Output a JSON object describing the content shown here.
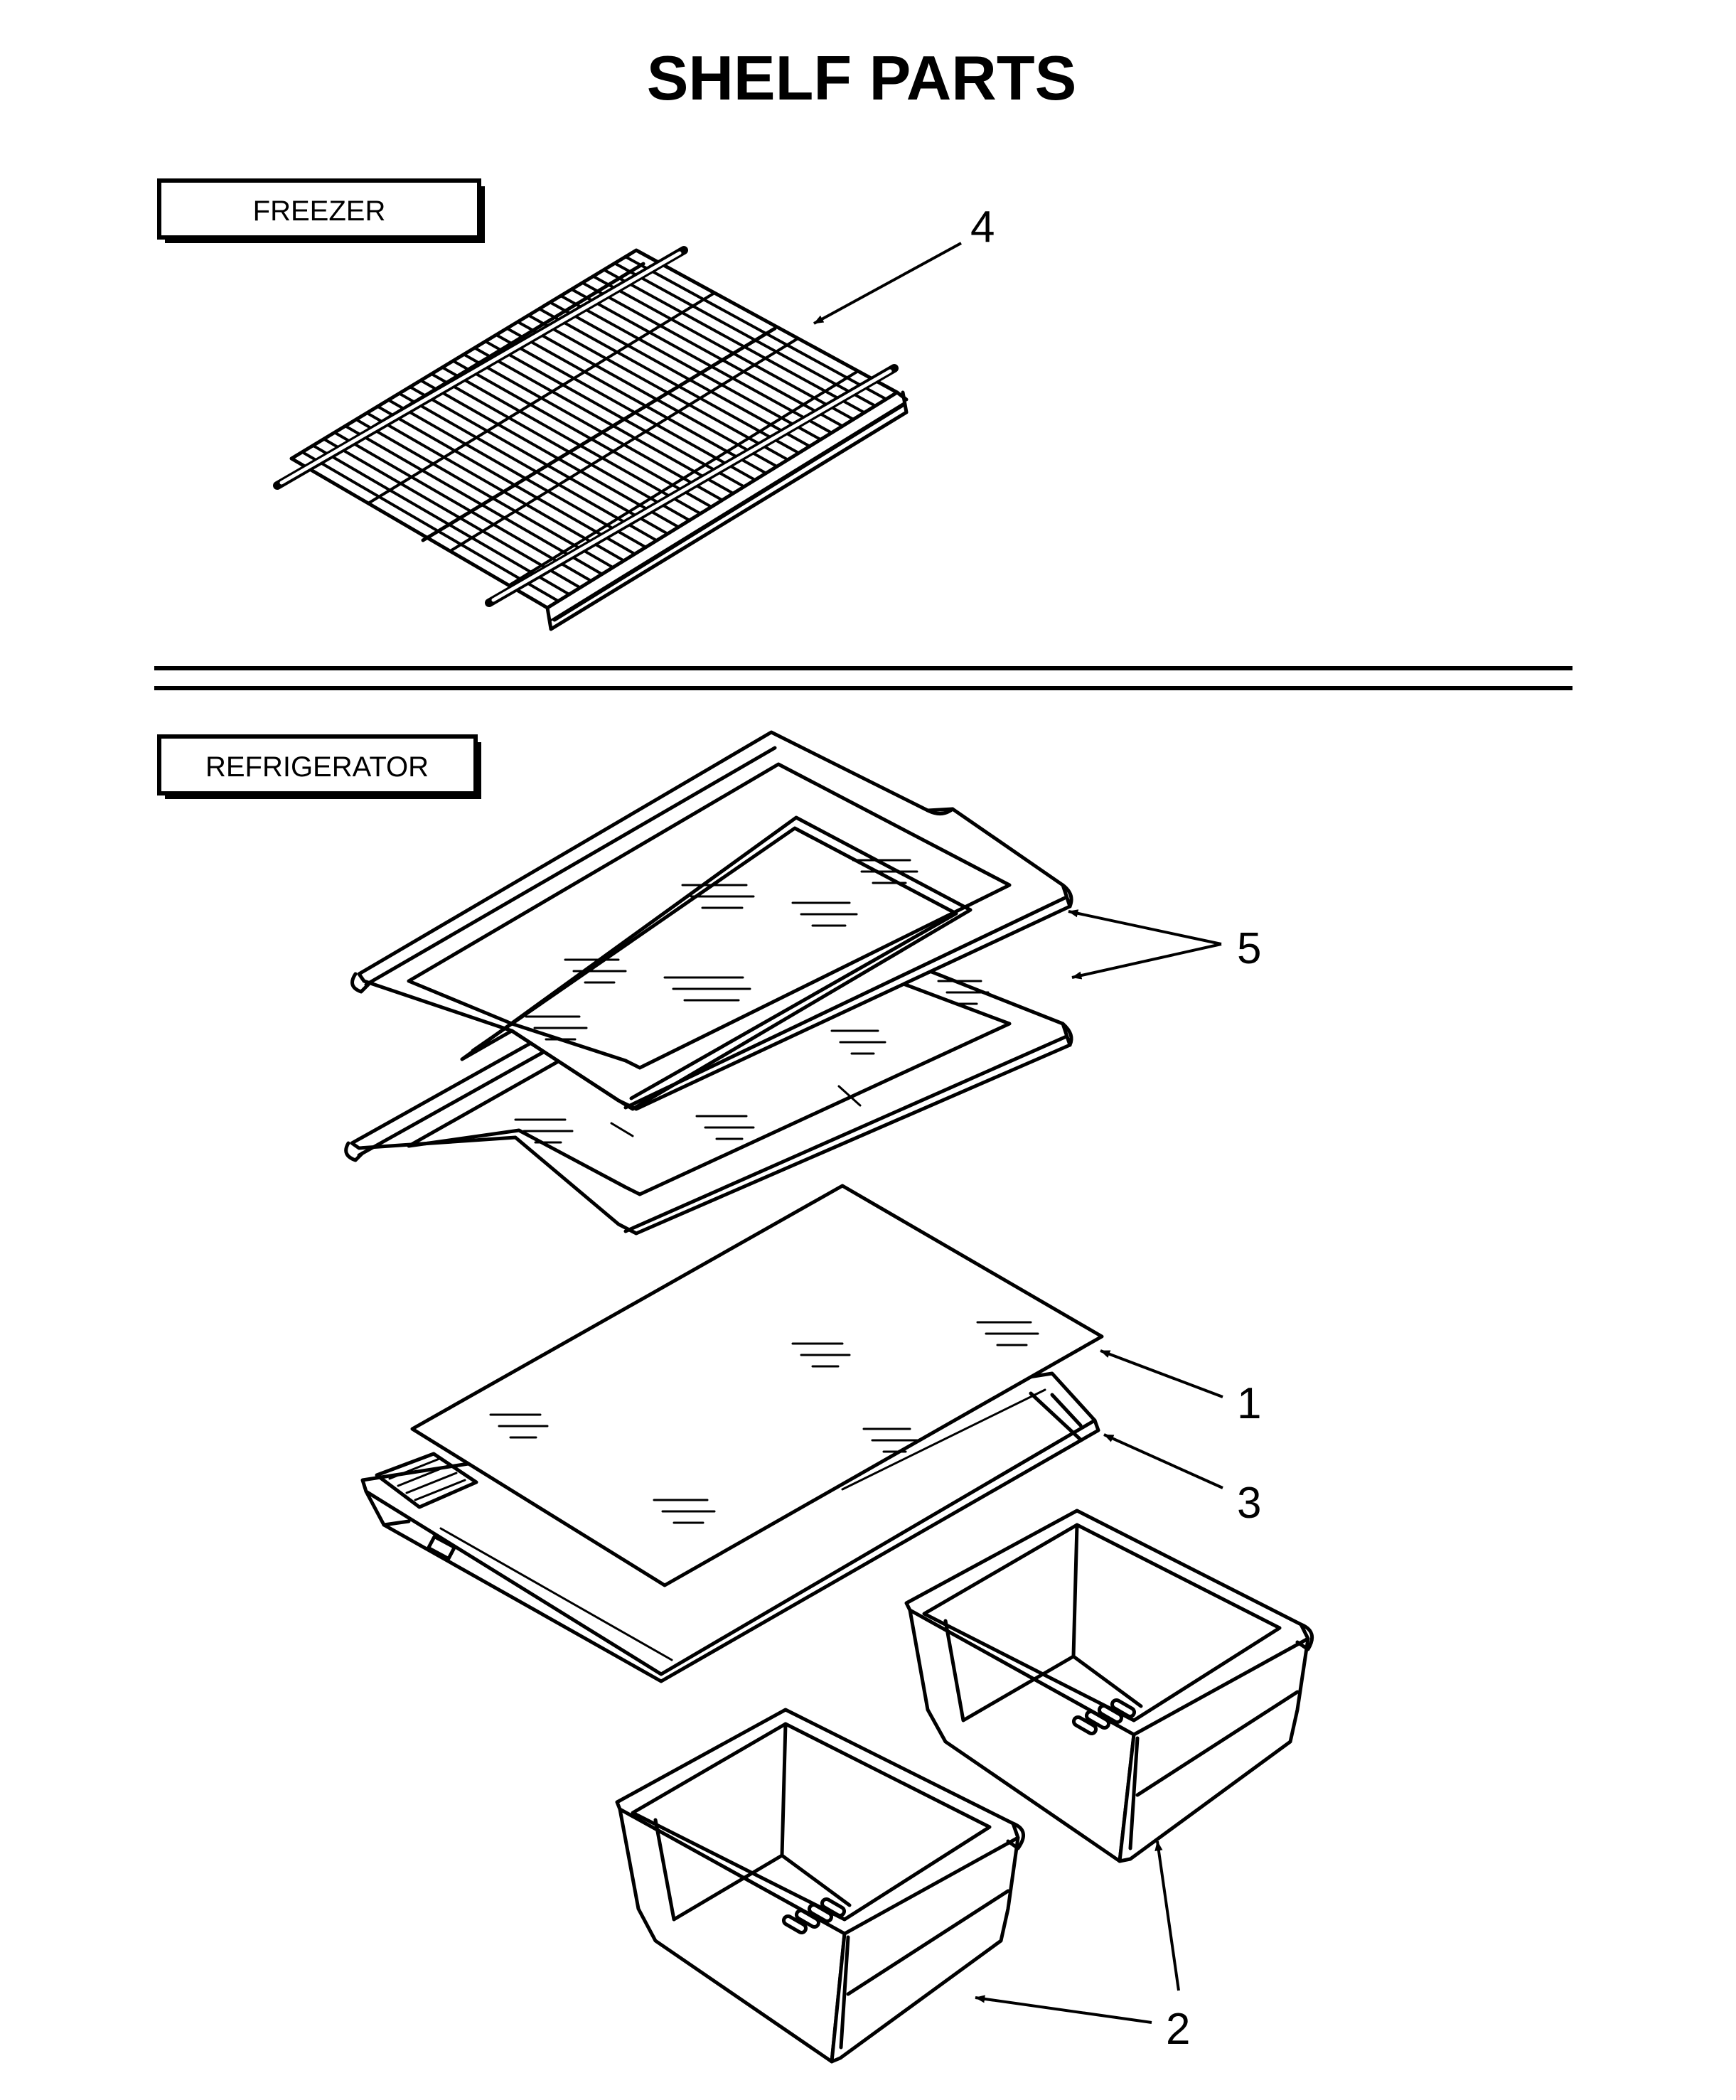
{
  "title": "SHELF PARTS",
  "sections": {
    "freezer": {
      "label": "FREEZER"
    },
    "refrigerator": {
      "label": "REFRIGERATOR"
    }
  },
  "callouts": [
    {
      "id": "c4",
      "number": "4",
      "part": "wire-shelf"
    },
    {
      "id": "c5",
      "number": "5",
      "part": "glass-shelf"
    },
    {
      "id": "c1",
      "number": "1",
      "part": "crisper-cover-glass"
    },
    {
      "id": "c3",
      "number": "3",
      "part": "crisper-cover-frame"
    },
    {
      "id": "c2",
      "number": "2",
      "part": "crisper-drawer"
    }
  ]
}
